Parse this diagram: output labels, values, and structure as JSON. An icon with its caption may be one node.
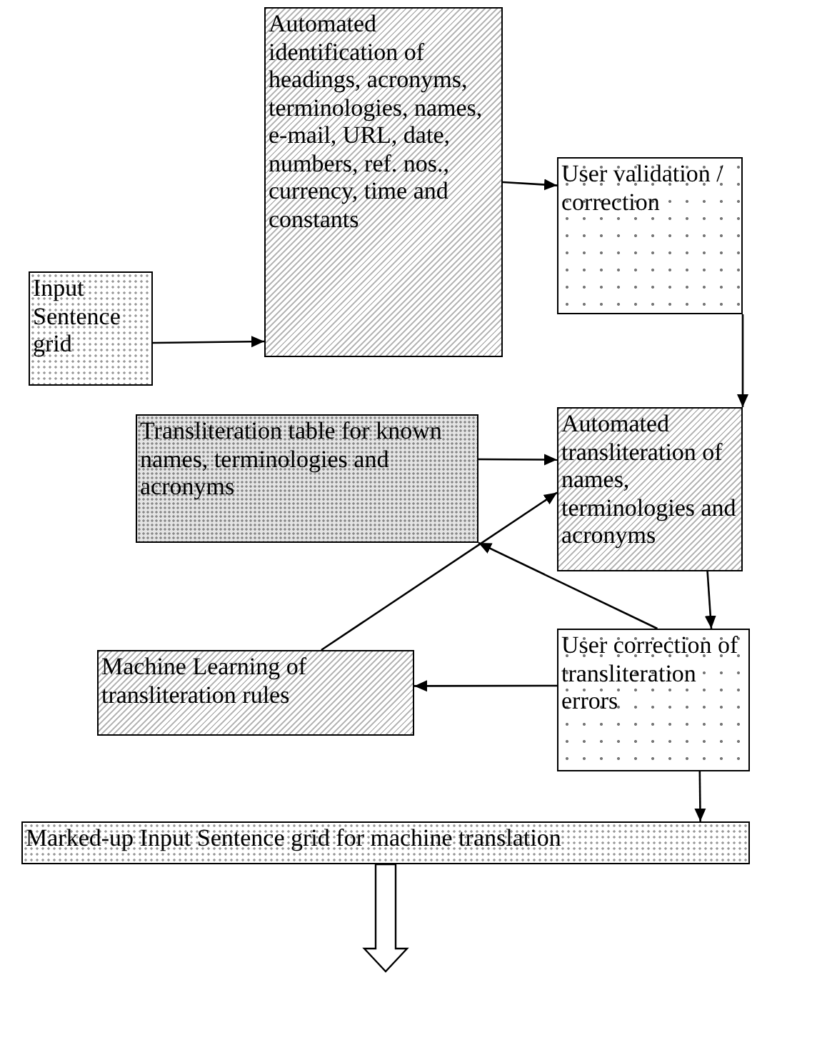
{
  "diagram": {
    "nodes": [
      {
        "text": [
          "Input Sentence grid"
        ]
      },
      {
        "text": [
          "Automated identification of headings, acronyms, terminologies, names, e-mail, URL, date, numbers, ref. nos., currency, time and constants"
        ]
      },
      {
        "text": [
          "User validation / correction"
        ]
      },
      {
        "text": [
          "Transliteration table for known names, terminologies and acronyms"
        ]
      },
      {
        "text": [
          "Automated transliteration of names, terminologies and acronyms"
        ]
      },
      {
        "text": [
          "Machine Learning of transliteration rules"
        ]
      },
      {
        "text": [
          "User correction of transliteration errors"
        ]
      },
      {
        "text": [
          "Marked-up Input Sentence grid for machine translation"
        ]
      }
    ],
    "edges": [
      {
        "from": 0,
        "to": 1,
        "arrow": "to"
      },
      {
        "from": 1,
        "to": 2,
        "arrow": "to"
      },
      {
        "from": 2,
        "to": 4,
        "arrow": "to"
      },
      {
        "from": 3,
        "to": 4,
        "arrow": "to"
      },
      {
        "from": 5,
        "to": 4,
        "arrow": "to"
      },
      {
        "from": 6,
        "to": 3,
        "arrow": "to"
      },
      {
        "from": 4,
        "to": 6,
        "arrow": "to"
      },
      {
        "from": 6,
        "to": 5,
        "arrow": "to"
      },
      {
        "from": 6,
        "to": 7,
        "arrow": "to"
      },
      {
        "from": 7,
        "to": null,
        "arrow": "to"
      }
    ]
  }
}
